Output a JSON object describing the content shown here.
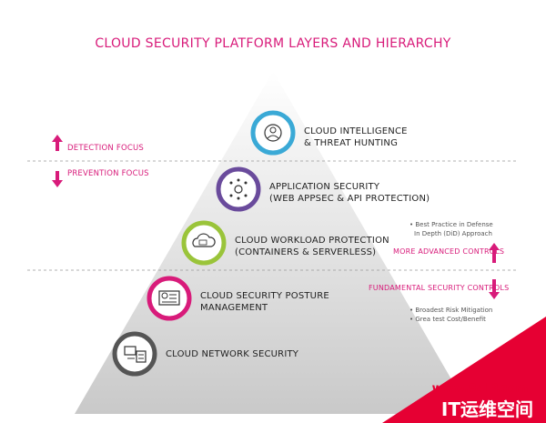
{
  "title": "CLOUD SECURITY PLATFORM LAYERS AND HIERARCHY",
  "layers": [
    {
      "label_line1": "CLOUD INTELLIGENCE",
      "label_line2": "& THREAT HUNTING",
      "icon": "threat-hunting-icon",
      "ring_color": "#3aa9d6"
    },
    {
      "label_line1": "APPLICATION SECURITY",
      "label_line2": "(WEB APPSEC & API PROTECTION)",
      "icon": "application-network-icon",
      "ring_color": "#6a4b9c"
    },
    {
      "label_line1": "CLOUD WORKLOAD PROTECTION",
      "label_line2": "(CONTAINERS & SERVERLESS)",
      "icon": "cloud-workload-icon",
      "ring_color": "#9ac43a"
    },
    {
      "label_line1": "CLOUD SECURITY POSTURE",
      "label_line2": "MANAGEMENT",
      "icon": "posture-dashboard-icon",
      "ring_color": "#d81b7a"
    },
    {
      "label_line1": "CLOUD NETWORK SECURITY",
      "label_line2": "",
      "icon": "network-servers-icon",
      "ring_color": "#555555"
    }
  ],
  "left": {
    "detection": "DETECTION FOCUS",
    "prevention": "PREVENTION FOCUS"
  },
  "right": {
    "note1_line1": "• Best Practice in Defense",
    "note1_line2": "In Depth (DiD) Approach",
    "more_controls": "MORE ADVANCED CONTROLS",
    "fundamental_controls": "FUNDAMENTAL SECURITY CONTROLS",
    "note2_line1": "• Broadest Risk Mitigation",
    "note2_line2": "• Grea test Cost/Benefit"
  },
  "watermark": {
    "line1": "www.94IP.com",
    "line2": "IT运维空间"
  },
  "colors": {
    "accent": "#d81b7a",
    "watermark": "#e60033"
  }
}
